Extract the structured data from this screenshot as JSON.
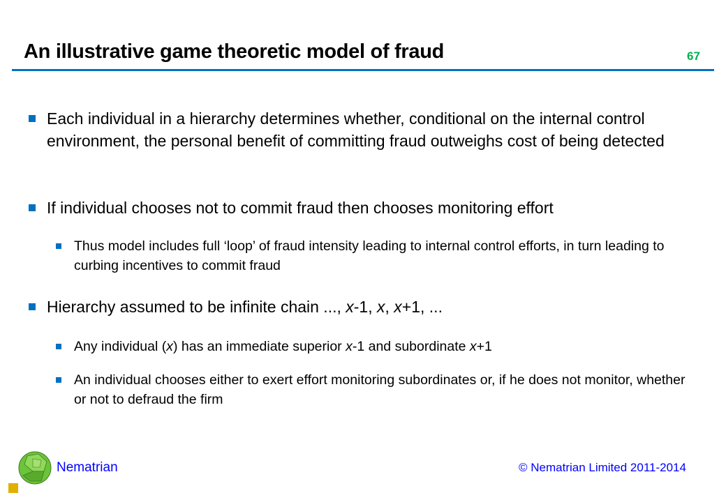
{
  "header": {
    "title": "An illustrative game theoretic model of fraud",
    "page_number": "67"
  },
  "bullets": [
    {
      "text": "Each individual in a hierarchy determines whether, conditional on the internal control environment, the personal benefit of committing fraud outweighs cost of being detected"
    },
    {
      "text": "If individual chooses not to commit fraud then chooses monitoring effort",
      "sub": [
        {
          "text": "Thus model includes full ‘loop’ of fraud intensity leading to internal control efforts, in turn leading to curbing incentives to commit fraud"
        }
      ]
    },
    {
      "segments": [
        "Hierarchy assumed to be infinite chain ..., ",
        "x",
        "-1, ",
        "x",
        ", ",
        "x",
        "+1, ..."
      ],
      "sub": [
        {
          "segments": [
            "Any individual (",
            "x",
            ") has an immediate superior ",
            "x",
            "-1 and subordinate ",
            "x",
            "+1"
          ]
        },
        {
          "text": "An individual chooses either to exert effort monitoring subordinates or, if he does not monitor, whether or not to defraud the firm"
        }
      ]
    }
  ],
  "footer": {
    "brand": "Nematrian",
    "copyright": "© Nematrian Limited 2011-2014"
  },
  "colors": {
    "accent": "#0070C0",
    "page_number": "#00B050",
    "footer_text": "#0000FF"
  }
}
